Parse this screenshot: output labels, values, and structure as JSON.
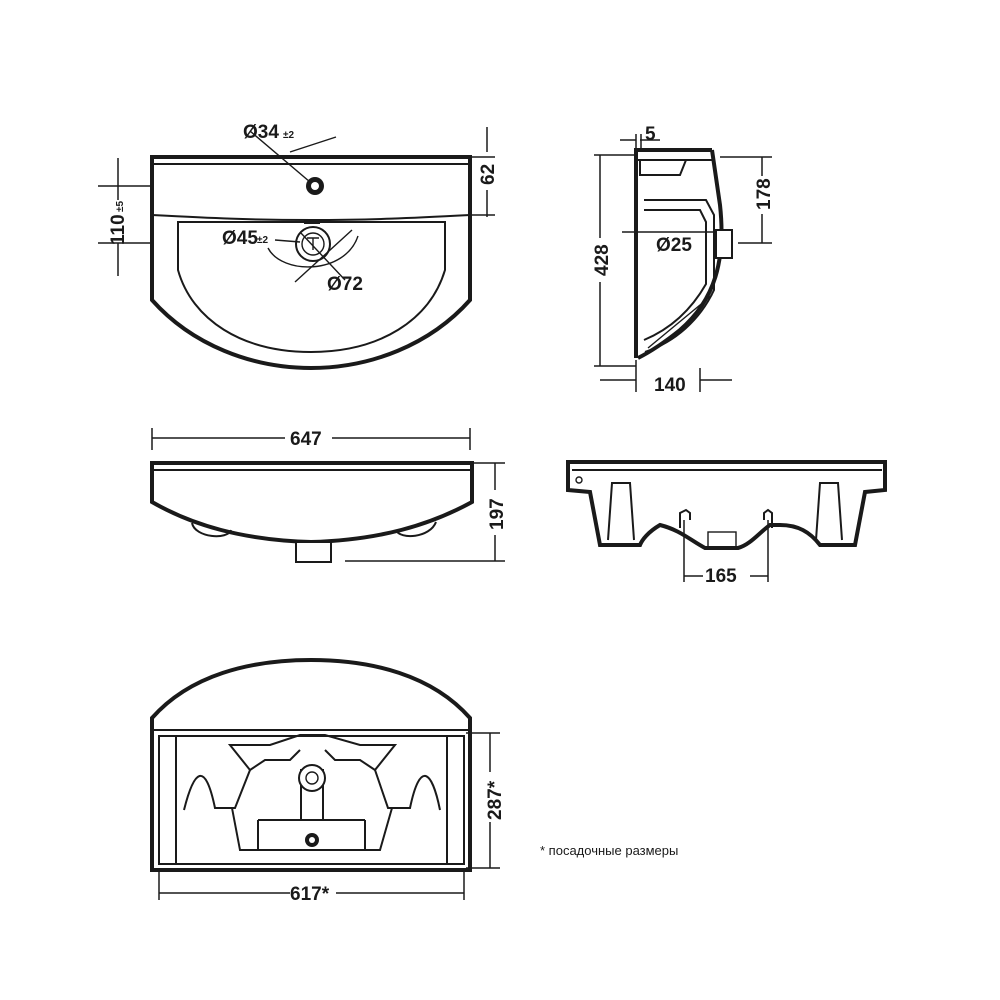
{
  "dimensions": {
    "top_hole_diameter": "Ø34",
    "top_hole_tol": "±2",
    "top_rim_height": "62",
    "overall_depth_front": "110",
    "overall_depth_tol": "±5",
    "overflow_diameter": "Ø45",
    "overflow_tol": "±2",
    "drain_diameter": "Ø72",
    "side_offset": "5",
    "side_height": "178",
    "side_total": "428",
    "drain_pipe_diameter": "Ø25",
    "side_depth": "140",
    "width": "647",
    "front_height": "197",
    "bracket_spacing": "165",
    "mount_height": "287*",
    "mount_width": "617*"
  },
  "note": "* посадочные размеры"
}
